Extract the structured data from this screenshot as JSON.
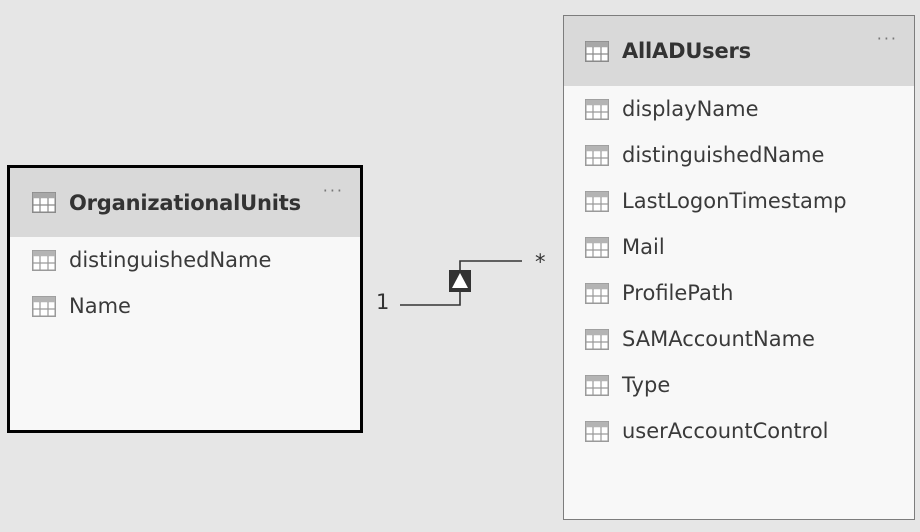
{
  "tables": [
    {
      "title": "OrganizationalUnits",
      "more_label": "···",
      "fields": [
        "distinguishedName",
        "Name"
      ]
    },
    {
      "title": "AllADUsers",
      "more_label": "···",
      "fields": [
        "displayName",
        "distinguishedName",
        "LastLogonTimestamp",
        "Mail",
        "ProfilePath",
        "SAMAccountName",
        "Type",
        "userAccountControl"
      ]
    }
  ],
  "relationship": {
    "from_cardinality": "1",
    "to_cardinality": "*"
  },
  "icons": {
    "field_icon": "table-icon",
    "direction_icon": "filter-direction-icon"
  },
  "colors": {
    "canvas": "#e6e6e6",
    "card_body": "#f8f8f8",
    "card_header": "#d9d9d9",
    "selected_border": "#000000"
  }
}
